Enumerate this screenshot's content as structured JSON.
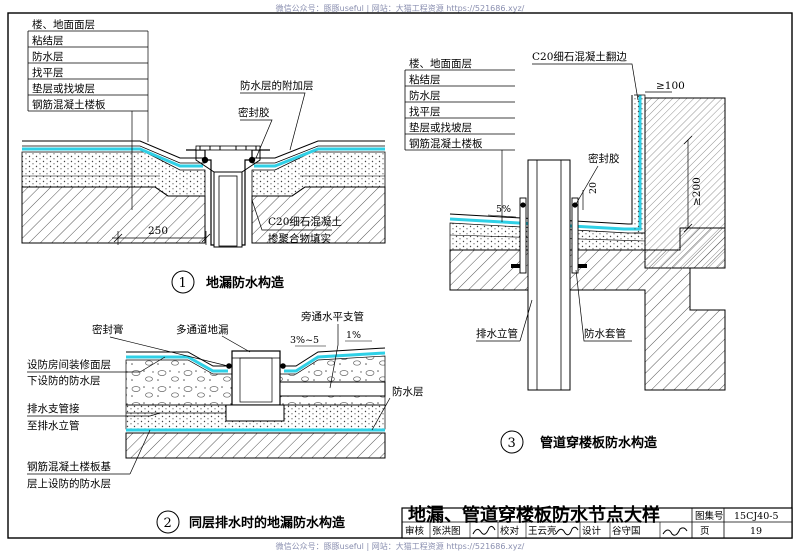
{
  "watermark_top": "微信公众号：豚豚useful  |  网站：大猫工程资源 https://521686.xyz/",
  "watermark_bottom": "微信公众号：豚豚useful  |  网站：大猫工程资源 https://521686.xyz/",
  "colors": {
    "membrane": "#2fd0e6",
    "line": "#000000",
    "hatch": "#555555"
  },
  "detail1": {
    "number": "1",
    "caption": "地漏防水构造",
    "layers": [
      "楼、地面面层",
      "粘结层",
      "防水层",
      "找平层",
      "垫层或找坡层",
      "钢筋混凝土楼板"
    ],
    "label_extra_layer": "防水层的附加层",
    "label_sealant": "密封胶",
    "label_fill_1": "C20细石混凝土",
    "label_fill_2": "掺聚合物填实",
    "dim_250": "250"
  },
  "detail2": {
    "number": "2",
    "caption": "同层排水时的地漏防水构造",
    "label_sealing_paste": "密封膏",
    "label_multi_drain": "多通道地漏",
    "label_bypass_pipe": "旁通水平支管",
    "slope_1": "3%~5",
    "slope_2": "1%",
    "label_room_layer_1": "设防房间装修面层",
    "label_room_layer_2": "下设防的防水层",
    "label_waterproof": "防水层",
    "label_branch_1": "排水支管接",
    "label_branch_2": "至排水立管",
    "label_slab_1": "钢筋混凝土楼板基",
    "label_slab_2": "层上设防的防水层"
  },
  "detail3": {
    "number": "3",
    "caption": "管道穿楼板防水构造",
    "label_curb": "C20细石混凝土翻边",
    "layers": [
      "楼、地面面层",
      "粘结层",
      "防水层",
      "找平层",
      "垫层或找坡层",
      "钢筋混凝土楼板"
    ],
    "dim_100": "≥100",
    "dim_200": "≥200",
    "dim_20": "20",
    "label_sealant": "密封胶",
    "slope": "5%",
    "label_drain_riser": "排水立管",
    "label_sleeve": "防水套管"
  },
  "title_block": {
    "title": "地漏、管道穿楼板防水节点大样",
    "atlas_label": "图集号",
    "atlas_no": "15CJ40-5",
    "review_label": "审核",
    "reviewer": "张洪图",
    "check_label": "校对",
    "checker": "王云亮",
    "design_label": "设计",
    "designer": "谷守国",
    "page_label": "页",
    "page_no": "19"
  }
}
